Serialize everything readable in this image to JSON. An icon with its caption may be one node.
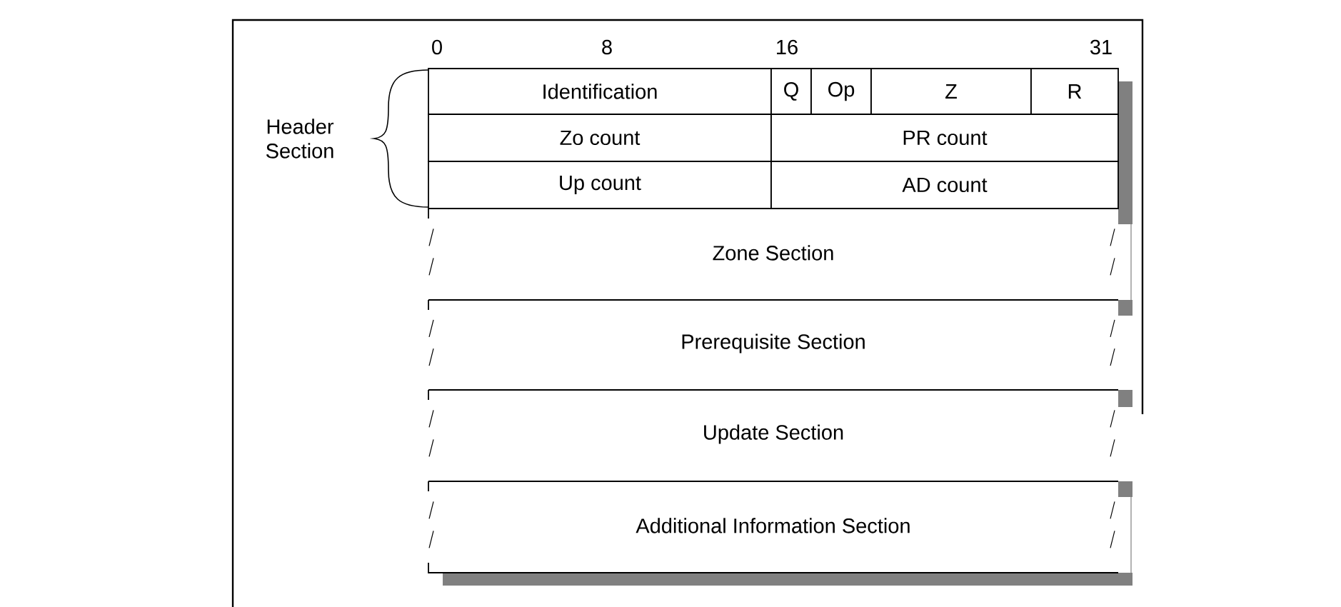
{
  "diagram": {
    "nodes": [
      {
        "text": [
          "Identification"
        ]
      },
      {
        "text": [
          "Q"
        ]
      },
      {
        "text": [
          "Op"
        ]
      },
      {
        "text": [
          "Z"
        ]
      },
      {
        "text": [
          "R"
        ]
      },
      {
        "text": [
          "Zo count"
        ]
      },
      {
        "text": [
          "PR count"
        ]
      },
      {
        "text": [
          "Up count"
        ]
      },
      {
        "text": [
          "AD count"
        ]
      },
      {
        "text": [
          "Zone Section"
        ]
      },
      {
        "text": [
          "Prerequisite Section"
        ]
      },
      {
        "text": [
          "Update Section"
        ]
      },
      {
        "text": [
          "Additional Information Section"
        ]
      }
    ],
    "labels": [
      "0",
      "8",
      "16",
      "31",
      "Header Section"
    ]
  }
}
